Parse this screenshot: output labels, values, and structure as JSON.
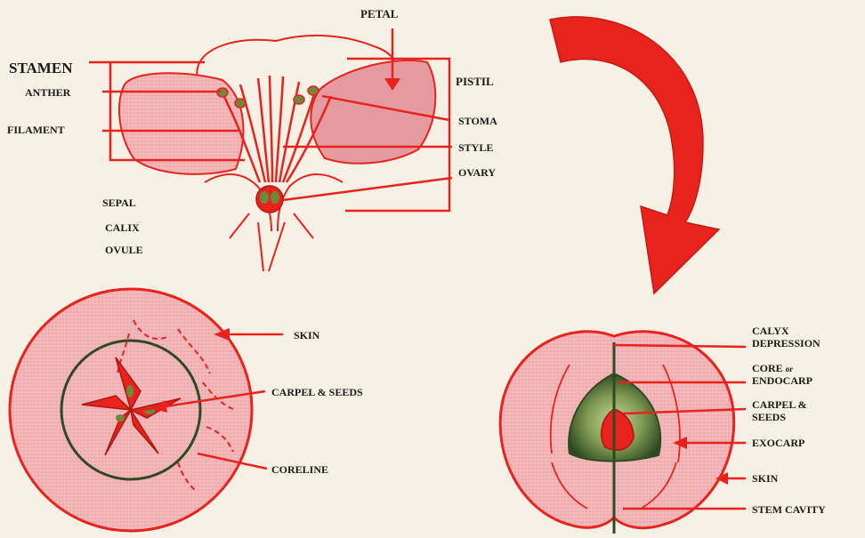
{
  "colors": {
    "background": "#f6f1e4",
    "red": "#e8231e",
    "pink_fill": "#f2b3b6",
    "deep_pink": "#e59aa0",
    "core_green": "#7f9a52",
    "core_dark": "#2f4a22",
    "seed_green": "#6d8a3a",
    "text": "#1a1a1a"
  },
  "flower": {
    "labels": {
      "petal": "PETAL",
      "stamen": "STAMEN",
      "anther": "ANTHER",
      "filament": "FILAMENT",
      "pistil": "PISTIL",
      "stoma": "STOMA",
      "style": "STYLE",
      "ovary": "OVARY",
      "sepal": "SEPAL",
      "calix": "CALIX",
      "ovule": "OVULE"
    }
  },
  "arrow": {
    "icon": "curved-arrow-icon"
  },
  "cross_section": {
    "labels": {
      "skin": "SKIN",
      "carpel_seeds": "CARPEL & SEEDS",
      "coreline": "CORELINE"
    }
  },
  "long_section": {
    "labels": {
      "calyx": "CALYX",
      "depression": "DEPRESSION",
      "core_or": "CORE",
      "or_word": "or",
      "endocarp": "ENDOCARP",
      "carpel_and": "CARPEL &",
      "seeds": "SEEDS",
      "exocarp": "EXOCARP",
      "skin": "SKIN",
      "stem_cavity": "STEM CAVITY"
    }
  }
}
